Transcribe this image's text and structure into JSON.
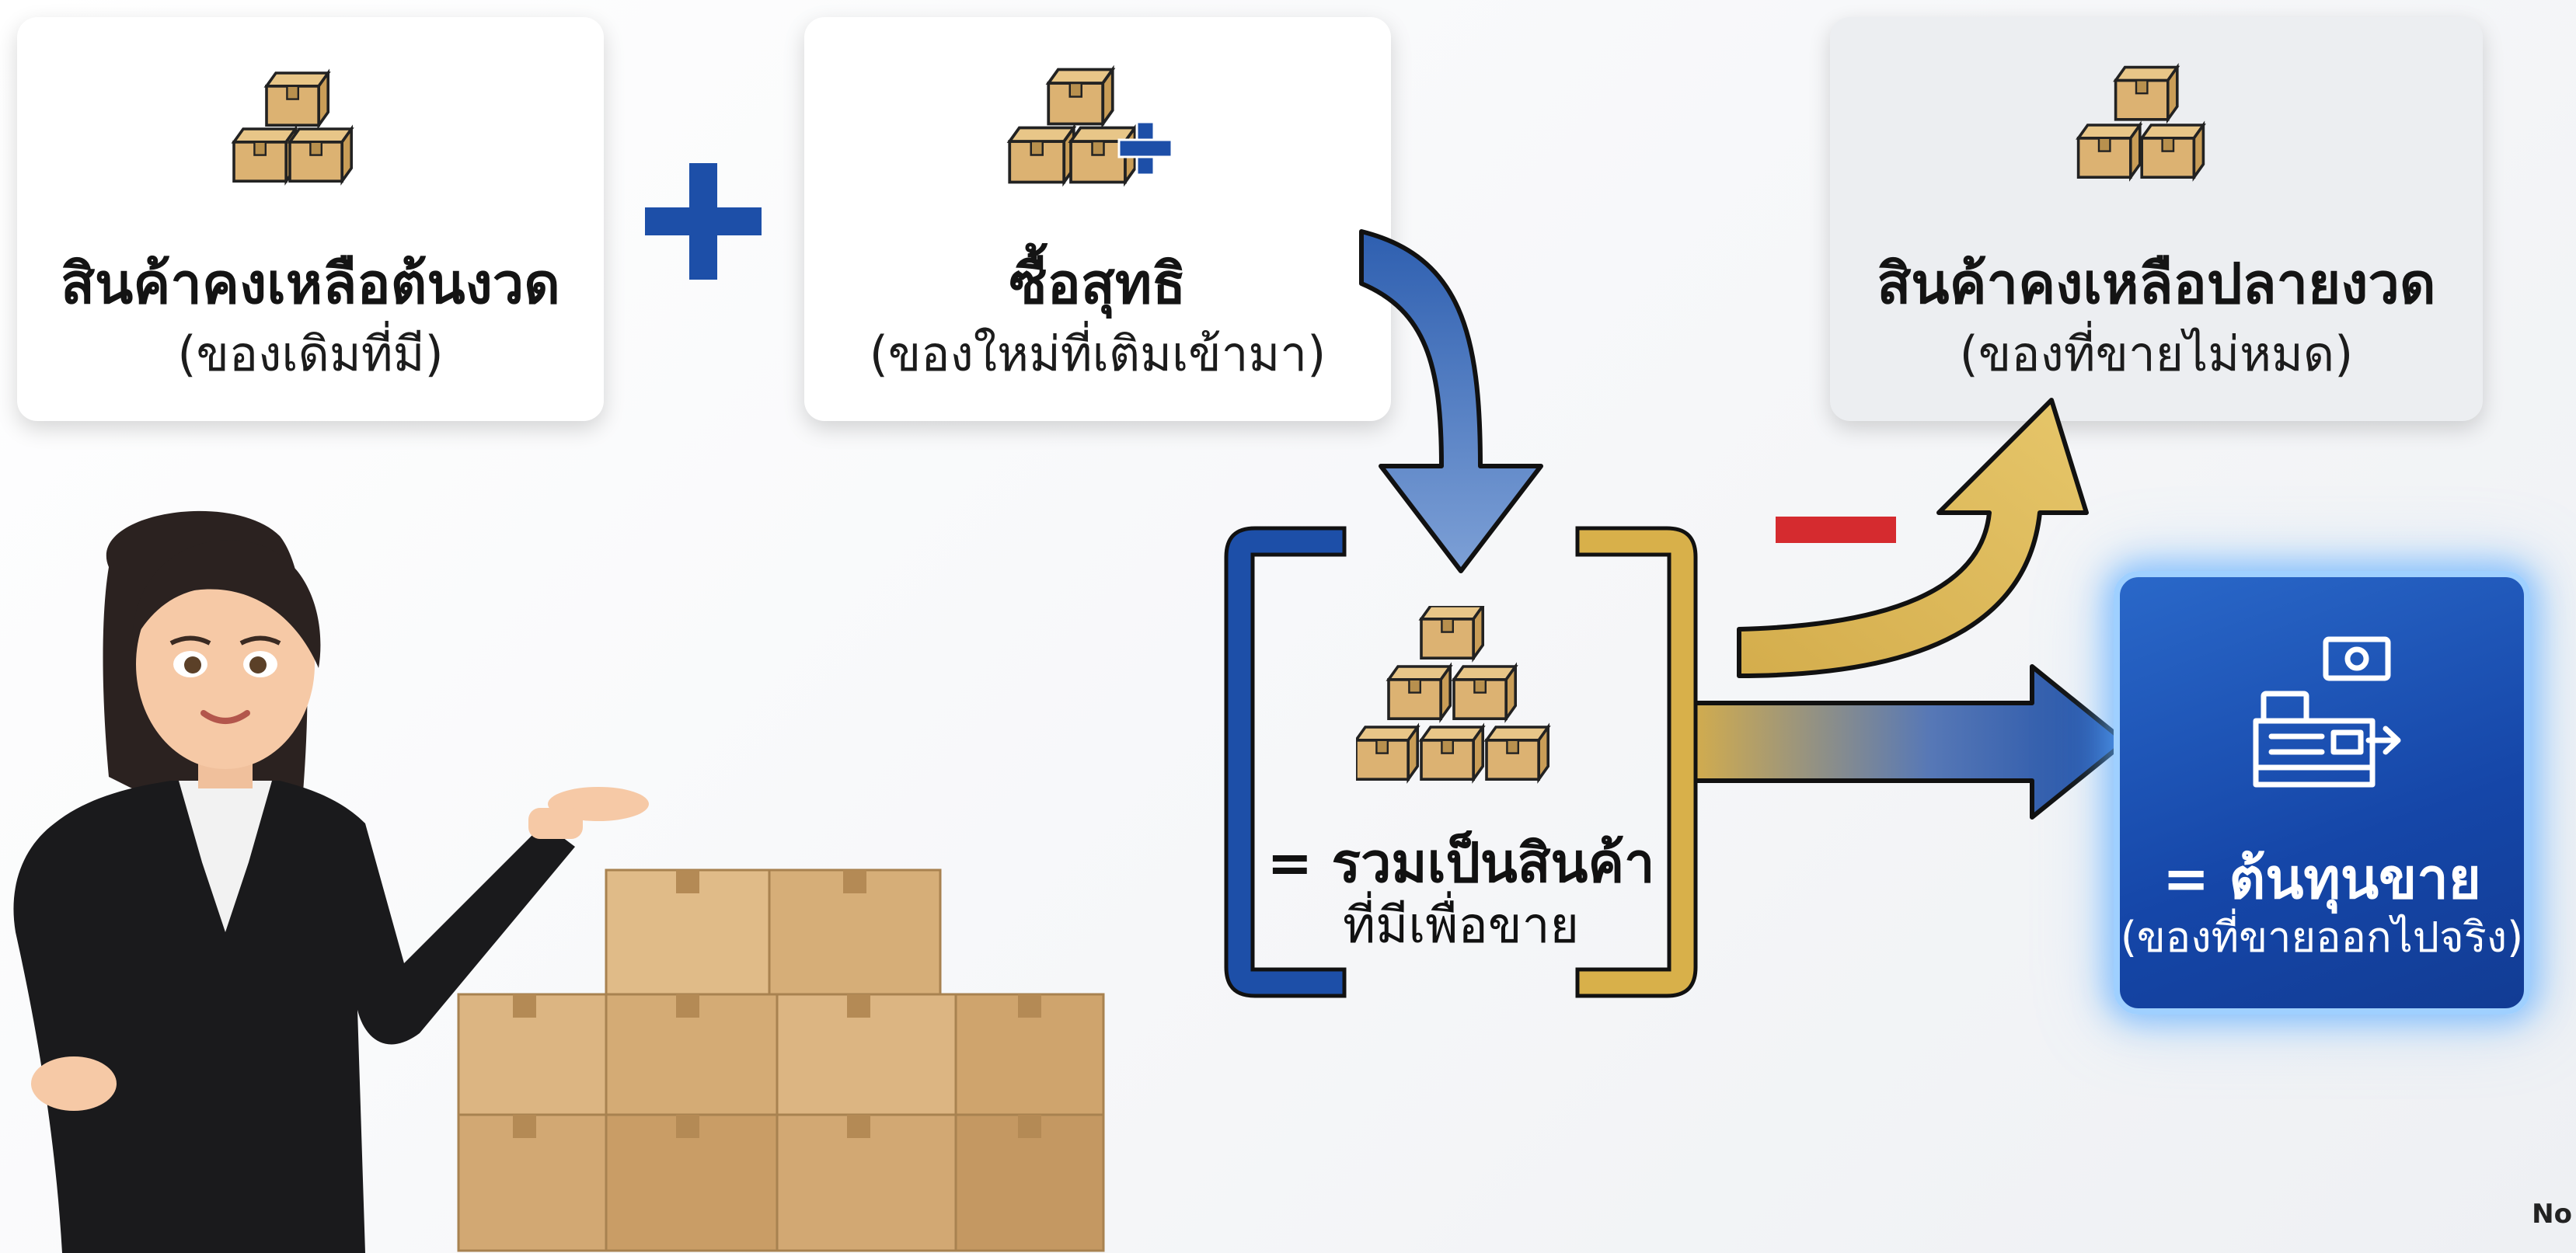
{
  "opening_inventory": {
    "title": "สินค้าคงเหลือต้นงวด",
    "subtitle": "(ของเดิมที่มี)"
  },
  "plus_sign": "+",
  "net_purchases": {
    "title": "ซื้อสุทธิ",
    "subtitle": "(ของใหม่ที่เติมเข้ามา)"
  },
  "ending_inventory": {
    "title": "สินค้าคงเหลือปลายงวด",
    "subtitle": "(ของที่ขายไม่หมด)"
  },
  "goods_available": {
    "line1": "= รวมเป็นสินค้า",
    "line2": "ที่มีเพื่อขาย"
  },
  "minus_sign": "−",
  "cost_of_goods_sold": {
    "title": "= ต้นทุนขาย",
    "subtitle": "(ของที่ขายออกไปจริง)"
  },
  "watermark": "No",
  "colors": {
    "blue": "#1d4fa8",
    "gold": "#d8b04a",
    "red": "#d52b2f",
    "box": "#dcb272"
  }
}
